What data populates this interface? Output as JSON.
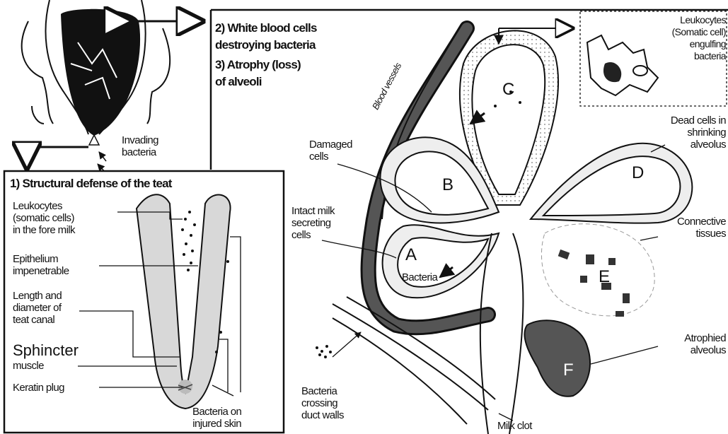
{
  "panel1": {
    "title": "1) Structural defense of the teat",
    "labels": {
      "leukocytes": "Leukocytes\n(somatic cells)\nin the fore milk",
      "epithelium": "Epithelium\nimpenetrable",
      "canal": "Length and\ndiameter of\nteat canal",
      "sphincter_line1": "Sphincter",
      "sphincter_line2": "muscle",
      "keratin": "Keratin plug",
      "bacteria_skin": "Bacteria on\ninjured skin"
    }
  },
  "udder": {
    "invading": "Invading\nbacteria"
  },
  "panel2": {
    "title2": "2) White blood cells\n    destroying bacteria",
    "title3": "3) Atrophy (loss)\n    of alveoli",
    "blood_vessels": "Blood vessels",
    "labels": {
      "damaged": "Damaged\ncells",
      "intact": "Intact milk\nsecreting\ncells",
      "bacteria": "Bacteria",
      "crossing": "Bacteria\ncrossing\nduct walls",
      "milk_clot": "Milk clot",
      "leukocytes_engulf": "Leukocytes\n(Somatic cell)\nengulfing\nbacteria",
      "dead_cells": "Dead cells in\nshrinking\nalveolus",
      "connective": "Connective\ntissues",
      "atrophied": "Atrophied\nalveolus"
    },
    "alveoli": [
      "A",
      "B",
      "C",
      "D",
      "E",
      "F"
    ]
  }
}
